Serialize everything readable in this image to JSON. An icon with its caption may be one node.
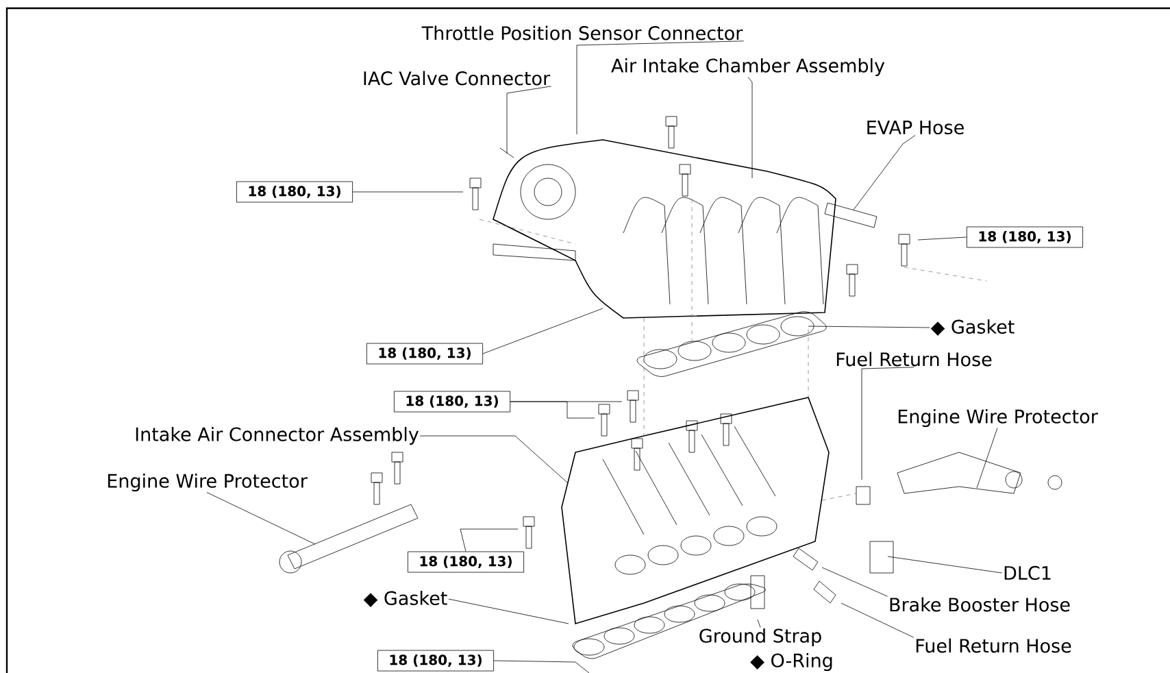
{
  "diagram": {
    "nodes": [
      {
        "text": [
          "Throttle Position Sensor Connector"
        ]
      },
      {
        "text": [
          "IAC Valve Connector"
        ]
      },
      {
        "text": [
          "Air Intake Chamber Assembly"
        ]
      },
      {
        "text": [
          "EVAP Hose"
        ]
      },
      {
        "text": [
          "18 (180, 13)"
        ]
      },
      {
        "text": [
          "18 (180, 13)"
        ]
      },
      {
        "text": [
          "18 (180, 13)"
        ]
      },
      {
        "text": [
          "◆ Gasket"
        ]
      },
      {
        "text": [
          "Fuel Return Hose"
        ]
      },
      {
        "text": [
          "18 (180, 13)"
        ]
      },
      {
        "text": [
          "Intake Air Connector Assembly"
        ]
      },
      {
        "text": [
          "Engine Wire Protector"
        ]
      },
      {
        "text": [
          "18 (180, 13)"
        ]
      },
      {
        "text": [
          "◆ Gasket"
        ]
      },
      {
        "text": [
          "18 (180, 13)"
        ]
      },
      {
        "text": [
          "◆ O-Ring"
        ]
      },
      {
        "text": [
          "Ground Strap"
        ]
      },
      {
        "text": [
          "Engine Wire Protector"
        ]
      },
      {
        "text": [
          "DLC1"
        ]
      },
      {
        "text": [
          "Brake Booster Hose"
        ]
      },
      {
        "text": [
          "Fuel Return Hose"
        ]
      }
    ],
    "edges": [
      {
        "from": 0,
        "to": null,
        "arrow": "none"
      },
      {
        "from": 1,
        "to": null,
        "arrow": "none"
      },
      {
        "from": 2,
        "to": null,
        "arrow": "none"
      },
      {
        "from": 3,
        "to": null,
        "arrow": "none"
      },
      {
        "from": 4,
        "to": null,
        "arrow": "none"
      },
      {
        "from": 5,
        "to": null,
        "arrow": "none"
      },
      {
        "from": 6,
        "to": null,
        "arrow": "none"
      },
      {
        "from": 7,
        "to": null,
        "arrow": "none"
      },
      {
        "from": 8,
        "to": null,
        "arrow": "none"
      },
      {
        "from": 9,
        "to": null,
        "arrow": "none"
      },
      {
        "from": 9,
        "to": null,
        "arrow": "none"
      },
      {
        "from": 10,
        "to": null,
        "arrow": "none"
      },
      {
        "from": 11,
        "to": null,
        "arrow": "none"
      },
      {
        "from": 12,
        "to": null,
        "arrow": "none"
      },
      {
        "from": 13,
        "to": null,
        "arrow": "none"
      },
      {
        "from": 14,
        "to": null,
        "arrow": "none"
      },
      {
        "from": 16,
        "to": null,
        "arrow": "none"
      },
      {
        "from": 17,
        "to": null,
        "arrow": "none"
      },
      {
        "from": 18,
        "to": null,
        "arrow": "none"
      },
      {
        "from": 19,
        "to": null,
        "arrow": "none"
      },
      {
        "from": 20,
        "to": null,
        "arrow": "none"
      }
    ]
  }
}
